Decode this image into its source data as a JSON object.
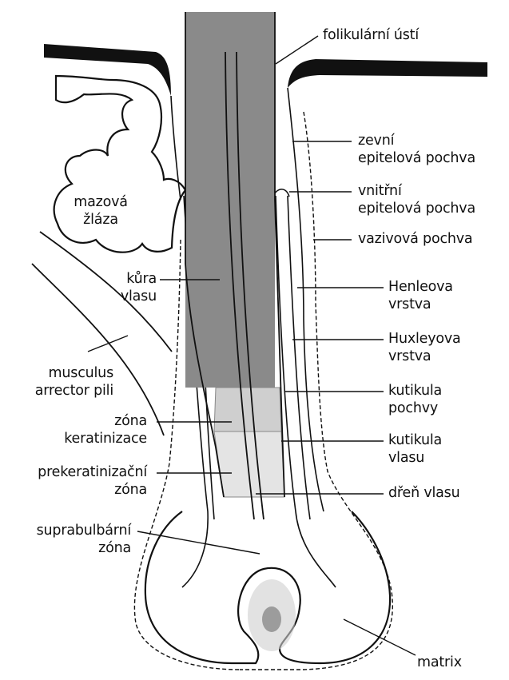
{
  "colors": {
    "hair_shaft": "#8a8a8a",
    "keratinization_zone": "#cfcfcf",
    "prekeratinization_zone": "#e4e4e4",
    "ink": "#111111"
  },
  "labels": {
    "follicular_opening": "folikulární ústí",
    "outer_root_sheath": [
      "zevní",
      "epitelová pochva"
    ],
    "inner_root_sheath": [
      "vnitřní",
      "epitelová pochva"
    ],
    "connective_sheath": "vazivová pochva",
    "henle_layer": [
      "Henleova",
      "vrstva"
    ],
    "huxley_layer": [
      "Huxleyova",
      "vrstva"
    ],
    "sheath_cuticle": [
      "kutikula",
      "pochvy"
    ],
    "hair_cuticle": [
      "kutikula",
      "vlasu"
    ],
    "medulla": "dřeň vlasu",
    "matrix": "matrix",
    "sebaceous_gland": [
      "mazová",
      "žláza"
    ],
    "cortex": [
      "kůra",
      "vlasu"
    ],
    "arrector_pili": [
      "musculus",
      "arrector pili"
    ],
    "keratinization_zone": [
      "zóna",
      "keratinizace"
    ],
    "prekeratinization_zone": [
      "prekeratinizační",
      "zóna"
    ],
    "suprabulbar_zone": [
      "suprabulbární",
      "zóna"
    ]
  }
}
